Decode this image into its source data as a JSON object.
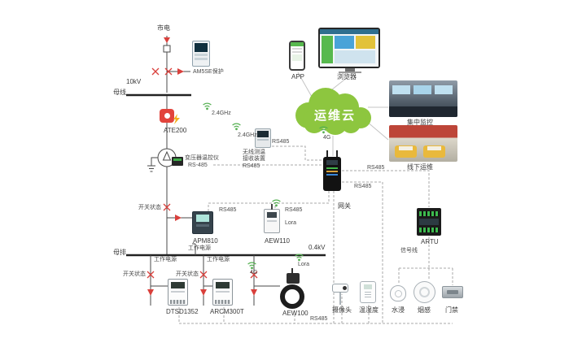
{
  "colors": {
    "cloud_green": "#8dc63f",
    "wireless_green": "#55b052",
    "circuit_red": "#d9403c",
    "comm_gray": "#a8a8a8"
  },
  "power": {
    "mains_label": "市电",
    "hv_label": "10kV",
    "lv_label": "0.4kV",
    "bus_top_label": "母线",
    "bus_bottom_label": "母排"
  },
  "cloud": {
    "label": "运维云"
  },
  "clients": {
    "app_label": "APP",
    "browser_label": "浏览器",
    "central_label": "集中监控",
    "offline_label": "线下运维"
  },
  "gateway": {
    "label": "网关",
    "uplink_label": "4G",
    "rs485_right_1": "RS485",
    "rs485_right_2": "RS485",
    "rs485_bottom": "RS485"
  },
  "protection": {
    "label": "AM5SE保护"
  },
  "temp_monitor": {
    "sensor_label": "ATE200",
    "sensor_freq": "2.4GHz",
    "receiver_freq": "2.4GHz",
    "receiver_line1": "无线测温",
    "receiver_line2": "接收装置",
    "receiver_line3": "RS485",
    "receiver_bus": "RS485"
  },
  "transformer": {
    "controller_line1": "变压器温控仪",
    "controller_line2": "RS-485"
  },
  "incoming": {
    "switch_status": "开关状态",
    "meter_label": "APM810",
    "meter_bus": "RS485",
    "aux_power": "工作电源"
  },
  "aew110": {
    "label": "AEW110",
    "bus": "RS485",
    "radio": "Lora"
  },
  "artu": {
    "label": "ARTU",
    "signal_label": "信号线"
  },
  "feeders": [
    {
      "power": "工作电源",
      "status": "开关状态",
      "meter": "DTSD1352"
    },
    {
      "power": "工作电源",
      "status": "开关状态",
      "meter": "ARCM300T",
      "uplink": "4G"
    },
    {
      "meter": "AEW100",
      "radio": "Lora"
    }
  ],
  "sensors": [
    {
      "label": "摄像头"
    },
    {
      "label": "温湿度"
    },
    {
      "label": "水浸"
    },
    {
      "label": "烟感"
    },
    {
      "label": "门禁"
    }
  ]
}
